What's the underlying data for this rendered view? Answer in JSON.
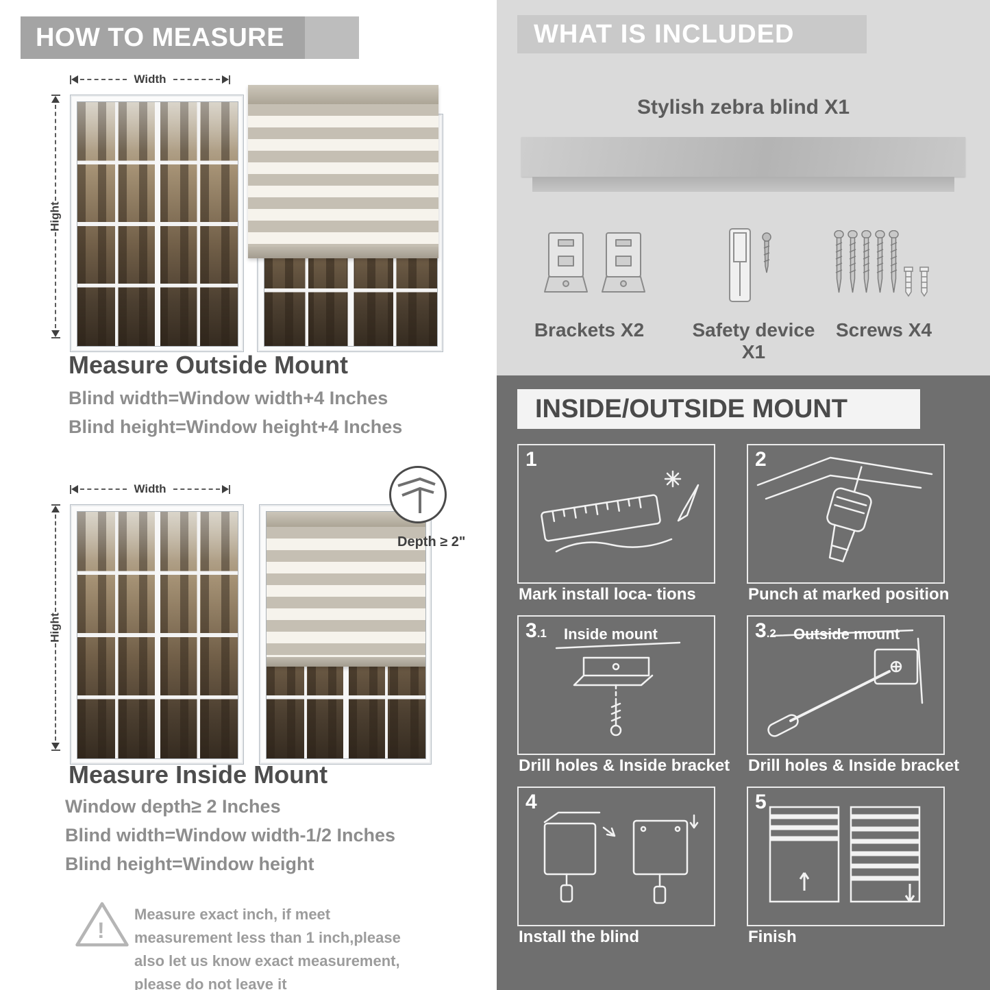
{
  "left": {
    "header": "HOW TO MEASURE",
    "outside": {
      "width_label": "Width",
      "height_label": "Hight",
      "title": "Measure Outside Mount",
      "line1": "Blind width=Window width+4 Inches",
      "line2": "Blind height=Window height+4 Inches"
    },
    "inside": {
      "width_label": "Width",
      "height_label": "Hight",
      "depth_label": "Depth ≥ 2\"",
      "title": "Measure Inside Mount",
      "line1": "Window depth≥ 2 Inches",
      "line2": "Blind width=Window width-1/2 Inches",
      "line3": "Blind height=Window height"
    },
    "note": {
      "mark": "!",
      "text": "Measure exact inch, if meet measurement less than 1 inch,please also let us know exact measurement, please do not leave it"
    }
  },
  "right": {
    "included": {
      "header": "WHAT IS INCLUDED",
      "blind_label": "Stylish zebra blind X1",
      "items": [
        {
          "label": "Brackets X2"
        },
        {
          "label": "Safety device X1"
        },
        {
          "label": "Screws X4"
        }
      ]
    },
    "mount": {
      "header": "INSIDE/OUTSIDE MOUNT",
      "steps": [
        {
          "num": "1",
          "caption": "Mark install loca- tions"
        },
        {
          "num": "2",
          "caption": "Punch at  marked position"
        },
        {
          "num": "3",
          "sub": ".1",
          "label": "Inside mount",
          "caption": "Drill holes &  Inside bracket"
        },
        {
          "num": "3",
          "sub": ".2",
          "label": "Outside mount",
          "caption": "Drill holes &  Inside bracket"
        },
        {
          "num": "4",
          "caption": "Install the blind"
        },
        {
          "num": "5",
          "caption": "Finish"
        }
      ]
    }
  },
  "colors": {
    "left_header_bg": "#a4a4a4",
    "right_top_bg": "#dadada",
    "right_bottom_bg": "#6f6f6f",
    "heading_text": "#4d4d4d",
    "formula_text": "#8d8d8d"
  }
}
